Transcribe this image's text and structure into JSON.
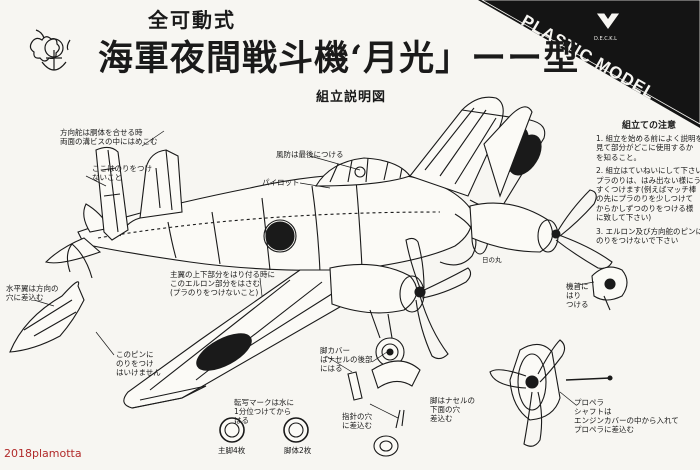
{
  "header": {
    "pretitle": "全可動式",
    "title": "海軍夜間戦斗機‘月光」ーー型",
    "subtitle": "組立説明図",
    "banner": "PLASTIC MODEL",
    "maker_logo": "D.E.C.K.L"
  },
  "callouts": {
    "rudder_note": [
      "方向舵は胴体を合せる時",
      "両面の溝ビスの中にはめこむ"
    ],
    "tail_note": [
      "ここはのりをつけ",
      "ないこと"
    ],
    "pilot": "パイロット",
    "canopy": "風防は最後につける",
    "wing_note": [
      "主翼の上下部分をはり付る時に",
      "このエルロン部分をはさむ",
      "(プラのりをつけないこと)"
    ],
    "stabilizer": [
      "水平翼は方向の",
      "穴に差込む"
    ],
    "stab_glue": [
      "このピンに",
      "のりをつけ",
      "はいけません"
    ],
    "wheel_cover": [
      "脚カバー",
      "はナセルの後部",
      "にはる"
    ],
    "leg": [
      "脚はナセルの",
      "下面の穴",
      "差込む"
    ],
    "tailwheel": [
      "指針の穴",
      "に差込む"
    ],
    "decal": [
      "転写マークは水に",
      "1分位つけてから",
      "はる"
    ],
    "main_wheel": "主脚4枚",
    "tail_wheel": "脚体2枚",
    "spinner": [
      "機首に",
      "はり",
      "つける"
    ],
    "propeller": [
      "プロペラ",
      "シャフトは",
      "エンジンカバーの中から入れて",
      "プロペラに差込む"
    ]
  },
  "notes": {
    "title": "組立ての注意",
    "items": [
      [
        "1. 組立を始める前によく説明を",
        "見て部分がどこに使用するか",
        "を知ること。"
      ],
      [
        "2. 組立はていねいにして下さい",
        "プラのりは、はみ出ない様にう",
        "すくつけます(例えばマッチ棒",
        "の先にプラのりを少しつけて",
        "からかしずつのりをつける様",
        "に致して下さい)"
      ],
      [
        "3. エルロン及び方向舵のピンには",
        "のりをつけないで下さい"
      ]
    ]
  },
  "wing_marking_label": "日の丸",
  "watermark": "2018plamotta"
}
